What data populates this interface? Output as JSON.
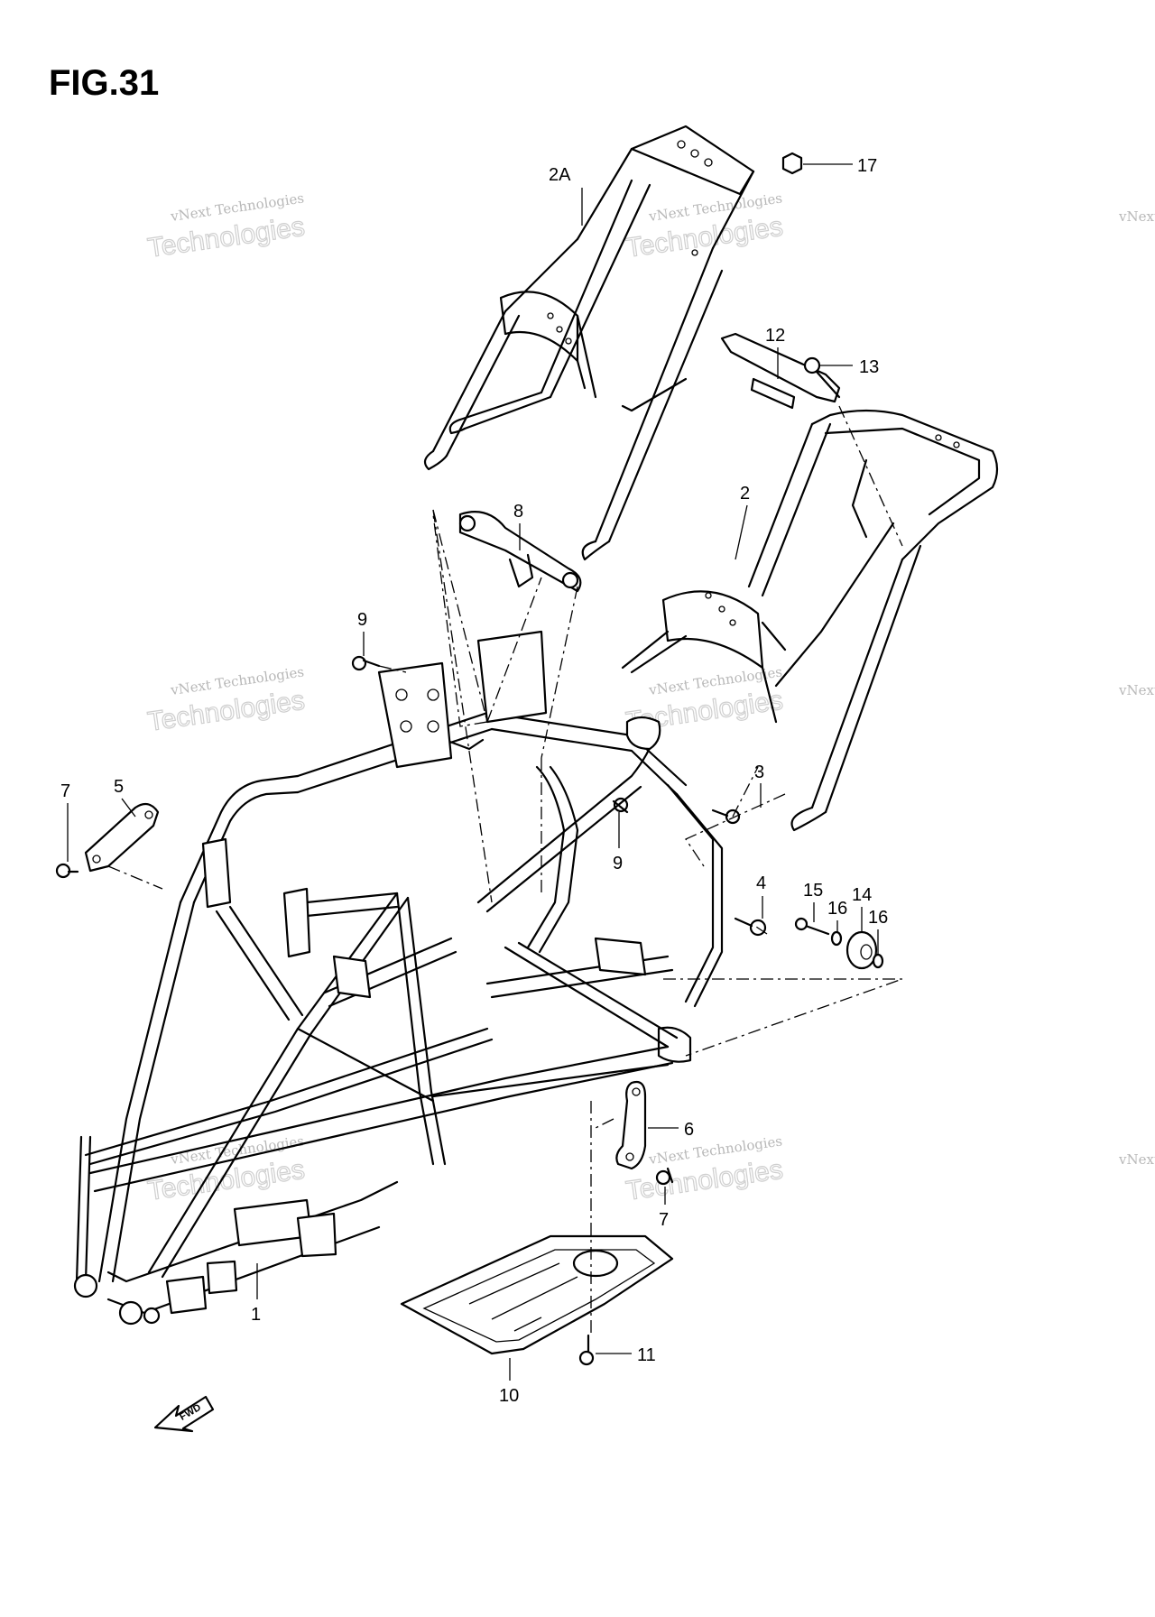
{
  "figure": {
    "title": "FIG.31"
  },
  "watermark": {
    "line1": "vNext Technologies",
    "line2": "Technologies",
    "small": "vNext"
  },
  "fwd_arrow": {
    "text": "FWD"
  },
  "callouts": [
    {
      "id": "c-2A",
      "text": "2A"
    },
    {
      "id": "c-17",
      "text": "17"
    },
    {
      "id": "c-12",
      "text": "12"
    },
    {
      "id": "c-13",
      "text": "13"
    },
    {
      "id": "c-2",
      "text": "2"
    },
    {
      "id": "c-8",
      "text": "8"
    },
    {
      "id": "c-9a",
      "text": "9"
    },
    {
      "id": "c-9b",
      "text": "9"
    },
    {
      "id": "c-3",
      "text": "3"
    },
    {
      "id": "c-7a",
      "text": "7"
    },
    {
      "id": "c-5",
      "text": "5"
    },
    {
      "id": "c-4",
      "text": "4"
    },
    {
      "id": "c-15",
      "text": "15"
    },
    {
      "id": "c-16a",
      "text": "16"
    },
    {
      "id": "c-14",
      "text": "14"
    },
    {
      "id": "c-16b",
      "text": "16"
    },
    {
      "id": "c-6",
      "text": "6"
    },
    {
      "id": "c-7b",
      "text": "7"
    },
    {
      "id": "c-1",
      "text": "1"
    },
    {
      "id": "c-11",
      "text": "11"
    },
    {
      "id": "c-10",
      "text": "10"
    }
  ]
}
